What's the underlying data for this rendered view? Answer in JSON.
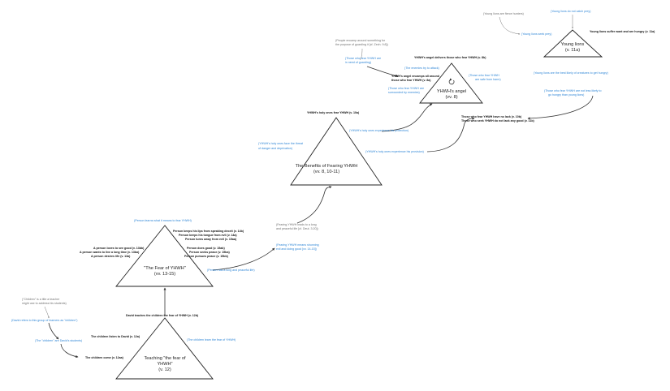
{
  "colors": {
    "blue": "#2f86d6",
    "gray": "#707070",
    "dark": "#111111",
    "line": "#333333"
  },
  "nodes": {
    "teaching": {
      "line1": "Teaching \"the fear of",
      "line2": "YHWH\"",
      "line3": "(v. 12)"
    },
    "fear": {
      "line1": "\"The Fear of YHWH\"",
      "line2": "(vv. 13-15)"
    },
    "benefits": {
      "line1": "The Benefits of Fearing YHWH",
      "line2": "(vv. 8, 10-11)"
    },
    "angel": {
      "line1": "YHWH's angel",
      "line2": "(vv. 8)"
    },
    "lions": {
      "line1": "Young lions",
      "line2": "(v. 11a)"
    }
  },
  "labels": {
    "lions_fierce": "(Young lions are fierce hunters)",
    "lions_catch": "(Young lions do not catch prey)",
    "lions_seek": "(Young lions seek prey)",
    "lions_suffer": "Young lions suffer want and are hungry (v. 11a)",
    "lions_best_l1": "(Young lions are the best likely of creatures to get hungry)",
    "lions_fear_l1": "(Those who fear YHWH are not less likely to",
    "lions_fear_l2": "go hungry than young lions)",
    "encamp_g_l1": "(People encamp around something for",
    "encamp_g_l2": "the purpose of guarding it [cf. Zech. 9:8])",
    "encamp_b_l1": "(Those who fear YHWH are",
    "encamp_b_l2": "in need of guarding)",
    "angel_delivers": "YHWH's angel delivers those who fear YHWH (v. 8b)",
    "enemies": "(The enemies try to attack)",
    "angel_encamps_l1": "YHWH's angel encamps all around",
    "angel_encamps_l2": "those who fear YHWH (v. 8a)",
    "surrounded_l1": "(Those who fear YHWH are",
    "surrounded_l2": "surrounded by enemies)",
    "safe_l1": "(Those who fear YHWH",
    "safe_l2": "are safe from harm)",
    "holy_ones": "YHWH's holy ones fear YHWH (v. 10a)",
    "no_lack_l1": "Those who fear YHWH have no lack (v. 10b)",
    "no_lack_l2": "Those who seek YHWH do not lack any good (v. 11b)",
    "protection_1": "(YHWH's holy ones experience his protection)",
    "threat_l1": "(YHWH's holy ones face the threat",
    "threat_l2": "of danger and deprivation)",
    "provision": "(YHWH's holy ones experience his provision)",
    "fearing_l1": "(Fearing YHWH leads to a long",
    "fearing_l2": "and peaceful life [cf. Deut. 3:20])",
    "shunning_l1": "(Fearing YHWH means shunning",
    "shunning_l2": "evil and doing good [vv. 14-15])",
    "long_life": "(Person has a long and peaceful life)",
    "learns": "(Person learns what it means to fear YHWH)",
    "keeps_tongue": "Person keeps his lips from speaking deceit (v. 14b)",
    "keeps_tongue2": "Person keeps his tongue from evil (v. 14a)",
    "turns_away": "Person turns away from evil (v. 15aa)",
    "does_good": "Person does good (v. 15ab)",
    "seeks_peace": "Person seeks peace (v. 15ba)",
    "pursues_peace": "Person pursues peace (v. 15bb)",
    "loves_good": "A person loves to see good (v. 13bb)",
    "wants_life": "A person wants to live a long time (v. 13ba)",
    "desires_life": "A person desires life (v. 13a)",
    "david_teaches": "David teaches the children the fear of YHWH (v. 12b)",
    "listen": "The children listen to David (v. 12a)",
    "learn_fear": "(The children learn the fear of YHWH)",
    "children_come": "The children come (v. 12aa)",
    "children_title_l1": "(\"Children\" is a title a teacher",
    "children_title_l2": "might use to address his students)",
    "david_refers": "(David refers to this group of learners as \"children\")",
    "are_students": "(The \"children\" are David's students)"
  }
}
